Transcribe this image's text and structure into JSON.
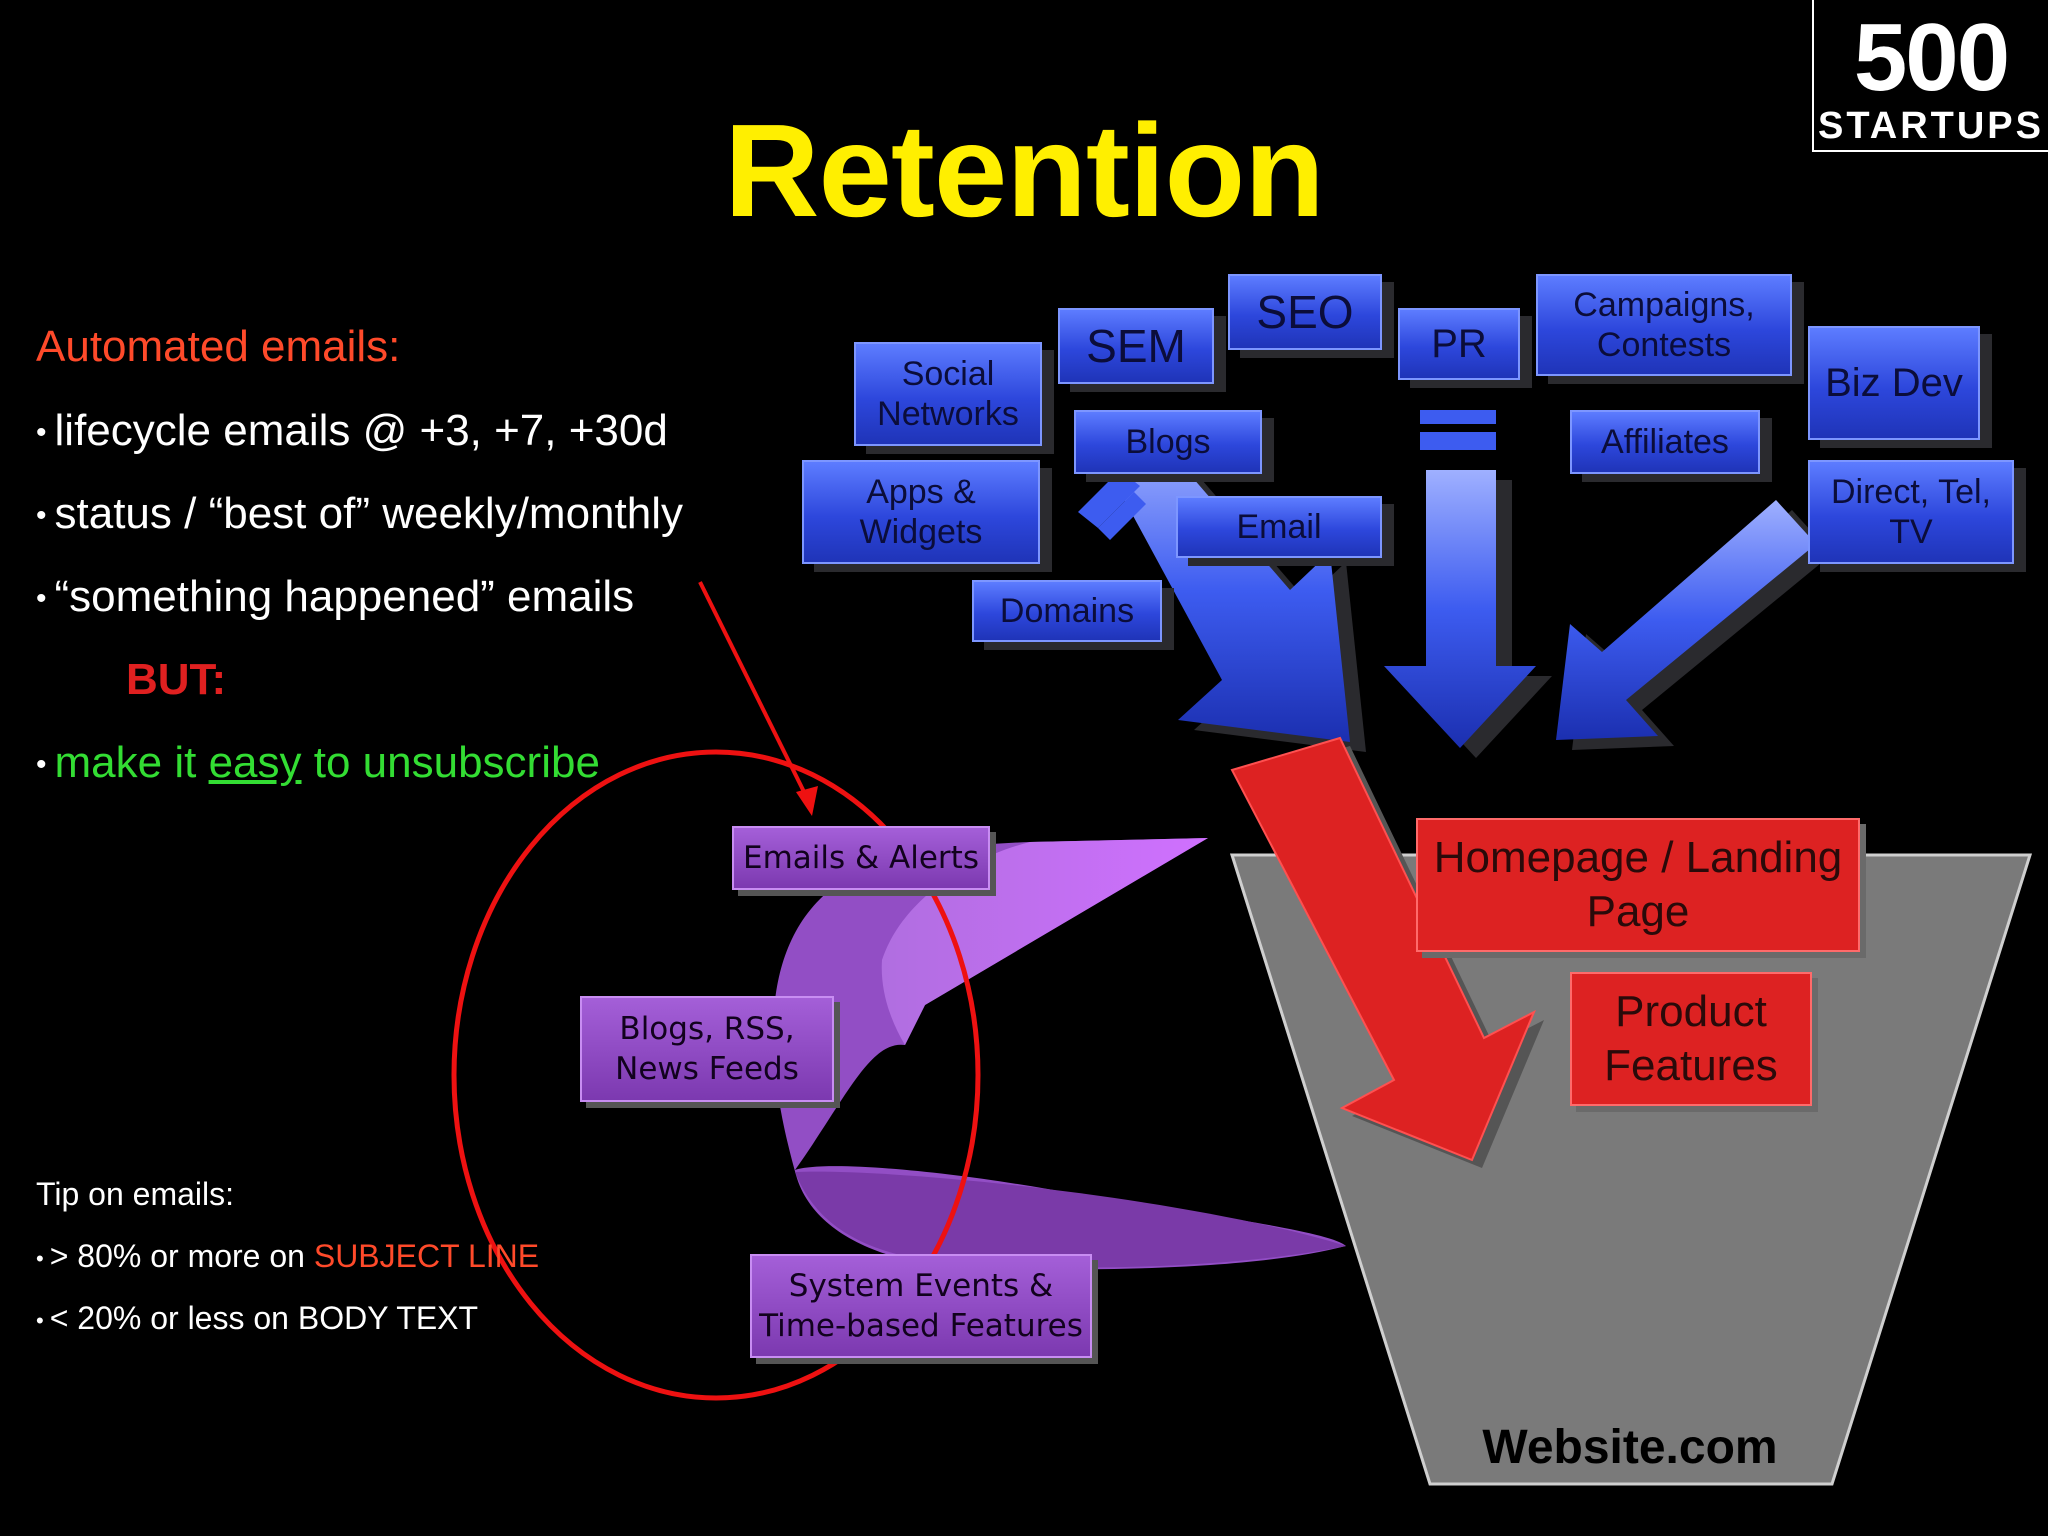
{
  "title": "Retention",
  "logo": {
    "number": "500",
    "word": "STARTUPS"
  },
  "left": {
    "heading": "Automated emails:",
    "bullets": [
      "lifecycle emails @ +3, +7, +30d",
      "status / “best of” weekly/monthly",
      "“something happened” emails"
    ],
    "but": "BUT:",
    "final": {
      "pre": "make it ",
      "emphasis": "easy",
      "post": " to unsubscribe"
    }
  },
  "tips": {
    "heading": "Tip on emails:",
    "line1": {
      "pre": "> 80% or more on ",
      "highlight": "SUBJECT LINE"
    },
    "line2": "< 20% or less on BODY TEXT"
  },
  "channels": {
    "social": "Social Networks",
    "sem": "SEM",
    "seo": "SEO",
    "pr": "PR",
    "campaigns": "Campaigns, Contests",
    "biz": "Biz Dev",
    "blogs": "Blogs",
    "affiliates": "Affiliates",
    "apps": "Apps & Widgets",
    "email": "Email",
    "direct": "Direct, Tel, TV",
    "domains": "Domains"
  },
  "funnel": {
    "homepage": "Homepage / Landing Page",
    "features": "Product Features",
    "site": "Website.com"
  },
  "retention_channels": {
    "emails_alerts": "Emails & Alerts",
    "blogs_rss": "Blogs, RSS, News Feeds",
    "system_events": "System Events & Time-based Features"
  },
  "colors": {
    "title": "#ffef00",
    "heading": "#ff4a2a",
    "but": "#e02020",
    "green": "#33dd33",
    "blue_box": "#2d47dc",
    "red_box": "#dd2222",
    "purple_box": "#8a45c0",
    "funnel": "#7a7a7a"
  }
}
